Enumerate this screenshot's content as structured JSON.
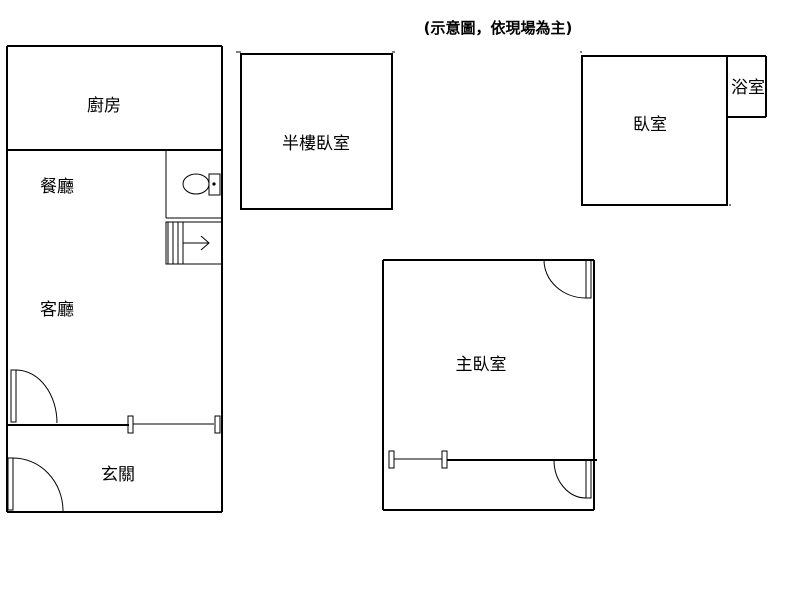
{
  "note": "(示意圖，依現場為主)",
  "rooms": {
    "kitchen": "廚房",
    "dining": "餐廳",
    "living": "客廳",
    "entrance": "玄關",
    "loft_bedroom": "半樓臥室",
    "bedroom": "臥室",
    "bathroom": "浴室",
    "master_bedroom": "主臥室"
  }
}
